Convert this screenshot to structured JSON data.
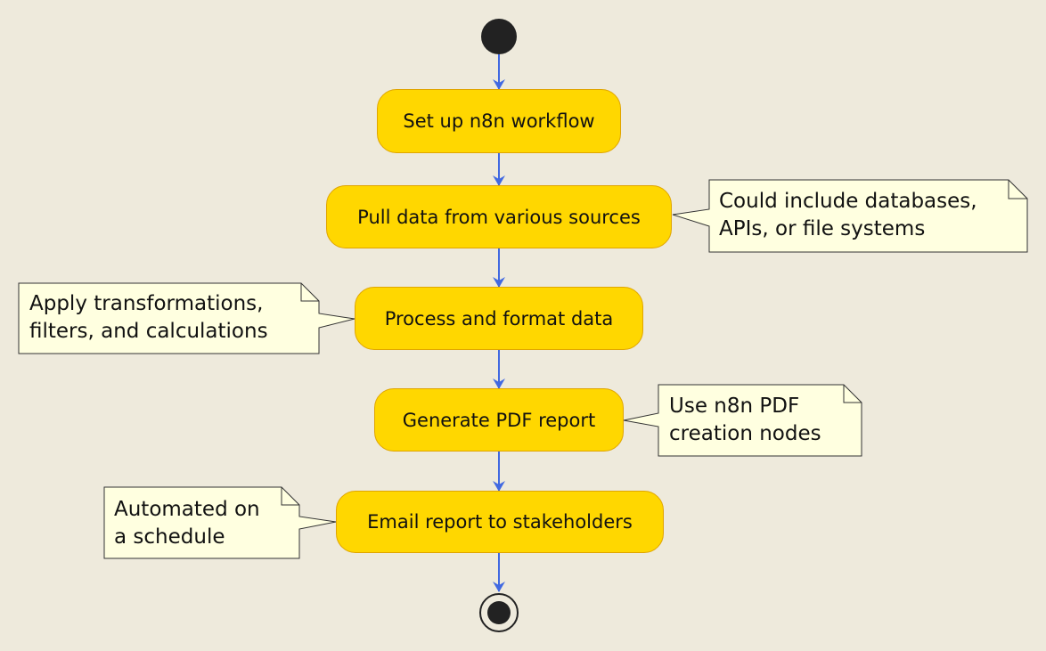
{
  "colors": {
    "background": "#EEEADC",
    "activity_fill": "#FFD700",
    "activity_border": "#E0A500",
    "arrow": "#4169E1",
    "note_fill": "#FFFFE0",
    "note_border": "#333333",
    "node_fill": "#222222"
  },
  "activities": [
    {
      "label": "Set up n8n workflow"
    },
    {
      "label": "Pull data from various sources"
    },
    {
      "label": "Process and format data"
    },
    {
      "label": "Generate PDF report"
    },
    {
      "label": "Email report to stakeholders"
    }
  ],
  "notes": [
    {
      "lines": [
        "Could include databases,",
        "APIs, or file systems"
      ]
    },
    {
      "lines": [
        "Apply transformations,",
        "filters, and calculations"
      ]
    },
    {
      "lines": [
        "Use n8n PDF",
        "creation nodes"
      ]
    },
    {
      "lines": [
        "Automated on",
        "a schedule"
      ]
    }
  ]
}
